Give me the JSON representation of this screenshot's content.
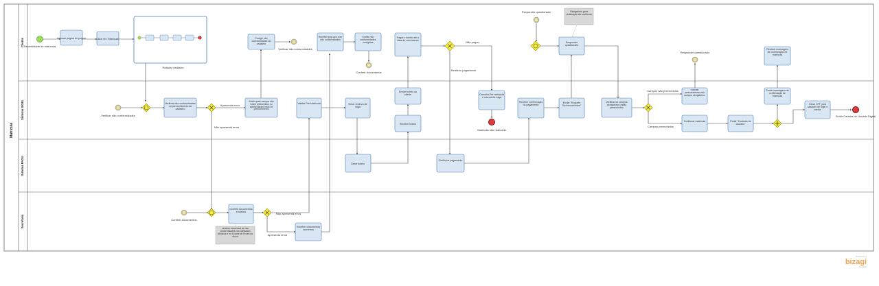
{
  "pool": {
    "name": "Matrícula"
  },
  "lanes": [
    {
      "id": "cliente",
      "name": "Cliente"
    },
    {
      "id": "sgel",
      "name": "Sistema SIGEL"
    },
    {
      "id": "pagu",
      "name": "Sistema PAGU"
    },
    {
      "id": "secretaria",
      "name": "Secretaria"
    }
  ],
  "tasks": {
    "t_acessar": "Acessar página do projeto",
    "t_clicar": "Clicar em \"Matrícula\"",
    "t_verif_preench": "Verificar não conformidades no preenchimento do cadastro",
    "t_emitir_campos": "Emitir quais campos não foram preenchidos ou apresentaram erros de preenchimento",
    "t_corrigir_nc": "Corrigir não conformidades do cadastro",
    "t_receber_pop": "Receber pop-ups com não conformidades",
    "t_validar": "Validar Pré Matrícula",
    "t_enviar_nc": "Enviar não conformidades corrigidas",
    "t_gerar_reserva": "Gerar reserva de vaga",
    "t_gerar_boleto": "Gerar boleto",
    "t_enviar_boleto": "Enviar boleto ao cliente",
    "t_receber_boleto": "Receber boleto",
    "t_pagar": "Pagar o boleto até a data do vencimento",
    "t_confirmar_pag": "Confirmar pagamento",
    "t_cancelar": "Cancelar Pré-matrícula e reserva de vaga",
    "t_receber_conf": "Receber confirmação do pagamento",
    "t_enviar_quest": "Enviar \"Enquete Socioeconômica\"",
    "t_responder": "Responder questionário",
    "t_verif_obrig": "Verificar se campos obrigatórios estão preenchidos",
    "t_solicitar": "Solicitar preenchimento dos campos obrigatórios",
    "t_confirmar_mat": "Confirmar matrícula",
    "t_emitir_contrato": "Emitir \"Contrato do Usuário\"",
    "t_enviar_msg": "Enviar mensagem de confirmação de matrícula",
    "t_receber_msg": "Receber mensagem de confirmação de matrícula",
    "t_gerar_cpf": "Gerar CPF para cadastro de login e senha",
    "t_conferir_doc": "Conferir documentos enviados",
    "t_receber_doc": "Receber documentos com erros"
  },
  "subprocess": {
    "label": "Realizar cadastro"
  },
  "events": {
    "start_matricula": "Necessidade de matrícula",
    "end_nao_realizada": "Matrícula não realizada",
    "end_carteira": "Emitir Carteira de Usuário Digital",
    "msg_verificar_nc": "Verificar não conformidades",
    "msg_verificar_nc_sigel": "Verificar não conformidades",
    "msg_conferir_doc": "Conferir documentos",
    "msg_conferir_doc_sec": "Conferir documentos",
    "msg_responder_quest": "Responder questionário",
    "timer_responder": "Responder questionário"
  },
  "flow_labels": {
    "apresenta_erros": "Apresenta erros",
    "nao_apresenta_erros": "Não apresenta erros",
    "nao_pagou": "Não pagou",
    "realizou_pagamento": "Realizou pagamento",
    "campos_nao_preenchidos": "Campos não preenchidos",
    "campos_preenchidos": "Campos preenchidos",
    "sec_nao_apresenta_erros": "Não apresenta erros",
    "sec_apresenta_erros": "Apresenta erros"
  },
  "annotations": {
    "obrig_matricula": "Obrigatório para realização da matrícula",
    "verificar_existencia": "Verificar existência de não conformidades nos atestados Médicos e no Exame de Fezes do Aluno"
  },
  "brand": {
    "name": "bizagi",
    "tag": "Powered by",
    "sub": "Modeler"
  },
  "colors": {
    "task_fill": "#d9e6f3",
    "task_stroke": "#4a7cb5",
    "gateway": "#f6ed36",
    "start": "#9fdc5a",
    "end": "#e03a3a"
  }
}
